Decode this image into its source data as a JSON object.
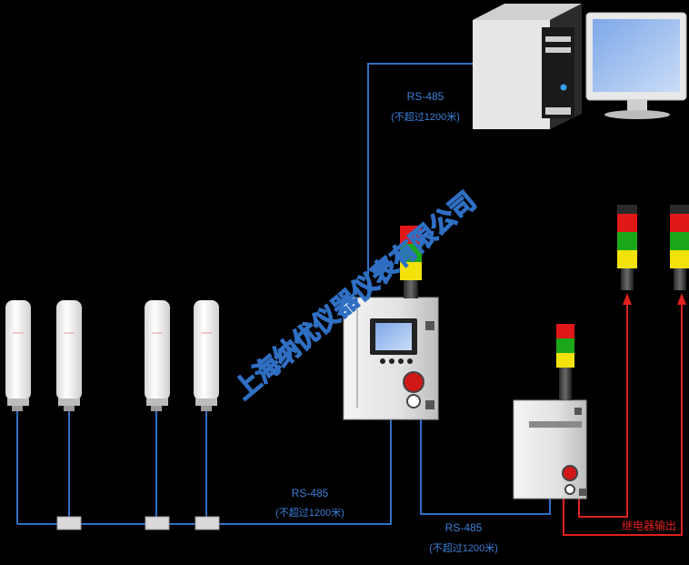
{
  "labels": {
    "rs485_top": "RS-485",
    "rs485_top_note": "(不超过1200米)",
    "rs485_mid": "RS-485",
    "rs485_mid_note": "(不超过1200米)",
    "rs485_bottom": "RS-485",
    "rs485_bottom_note": "(不超过1200米)",
    "relay_output": "继电器输出",
    "watermark": "上海纳优仪器仪表有限公司"
  },
  "colors": {
    "background": "#000000",
    "rs485_line": "#2f6fc4",
    "label_blue": "#3d7fd8",
    "relay_line": "#e0201c",
    "watermark": "#2f6fc4",
    "beacon_red": "#e01818",
    "beacon_green": "#1aa81a",
    "beacon_yellow": "#f2e20a"
  },
  "icons": {
    "computer": "desktop-computer-icon",
    "monitor": "monitor-icon",
    "sensor": "gas-detector-sensor",
    "controller": "alarm-controller-cabinet",
    "beacon": "signal-tower-light"
  }
}
